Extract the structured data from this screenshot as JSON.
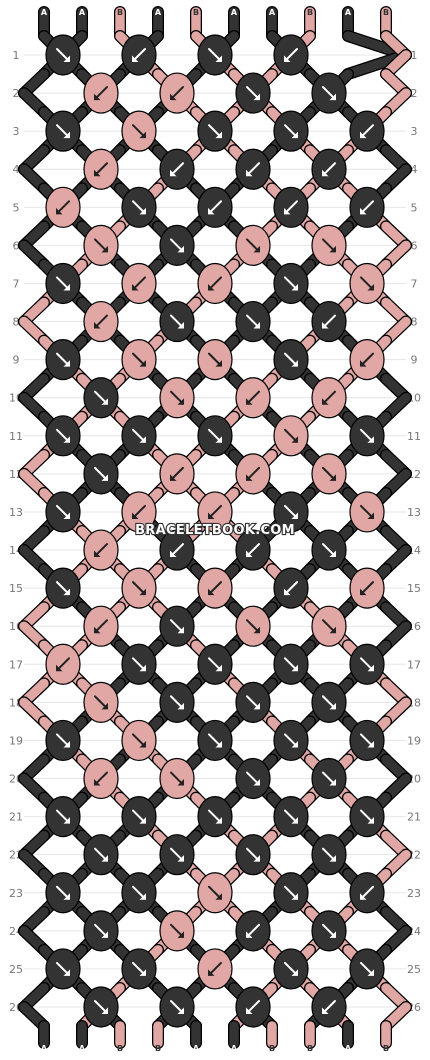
{
  "colors": {
    "A": "#333333",
    "B": "#e0a7a4"
  },
  "top_labels": [
    "A",
    "A",
    "B",
    "A",
    "B",
    "A",
    "A",
    "B",
    "A",
    "B"
  ],
  "bottom_labels": [
    "A",
    "A",
    "B",
    "B",
    "A",
    "A",
    "B",
    "B",
    "A",
    "B"
  ],
  "row_numbers": [
    "1",
    "2",
    "3",
    "4",
    "5",
    "6",
    "7",
    "8",
    "9",
    "10",
    "11",
    "12",
    "13",
    "14",
    "15",
    "16",
    "17",
    "18",
    "19",
    "20",
    "21",
    "22",
    "23",
    "24",
    "25",
    "26"
  ],
  "watermark": "BRACELETBOOK.COM",
  "knots": [
    "A↘ A↙ A↘ A↙",
    "B↙ B↙ A↘ A↘",
    "A↘ B↘ A↘ A↘ A↙",
    "B↙ A↙ A↙ A↙",
    "B↙ A↘ A↙ A↙ A↙",
    "B↘ A↘ B↘ B↘",
    "A↘ B↙ B↙ A↘ B↘",
    "B↙ A↘ A↘ A↙",
    "A↘ B↘ B↘ A↘ B↙",
    "A↘ B↘ B↙ B↙",
    "A↘ A↘ A↘ B↘ A↘",
    "A↘ B↙ B↙ B↘",
    "A↘ B↙ B↙ A↘ B↘",
    "B↙ A↙ A↙ A↘",
    "A↘ B↘ B↙ A↙ B↙",
    "B↙ A↘ B↘ B↘",
    "B↙ A↘ A↘ A↘ A↘",
    "B↘ A↘ A↘ A↘",
    "A↘ B↘ A↘ A↘ A↘",
    "B↙ B↘ A↘ A↘",
    "A↘ A↘ A↘ A↘ A↘",
    "A↘ A↘ A↘ A↘",
    "A↘ A↘ B↘ A↘ A↙",
    "A↘ B↘ A↙ A↘",
    "A↘ A↘ B↙ A↘ A↘",
    "A↘ A↘ A↙ A↙"
  ]
}
